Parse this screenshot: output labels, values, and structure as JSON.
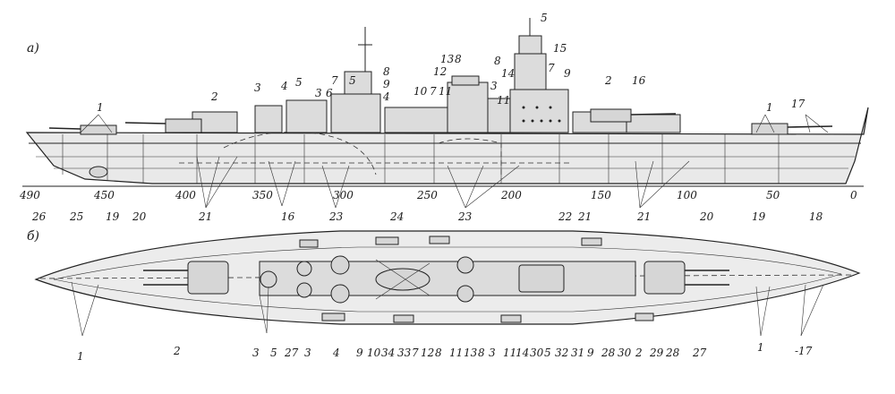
{
  "panels": {
    "side_label": "а)",
    "plan_label": "б)"
  },
  "scale_marks": [
    "490",
    "450",
    "400",
    "350",
    "300",
    "250",
    "200",
    "150",
    "100",
    "50",
    "0"
  ],
  "side_top_labels": [
    "1",
    "2",
    "3",
    "4",
    "5",
    "3",
    "6",
    "7",
    "5",
    "8",
    "9",
    "4",
    "10",
    "7",
    "11",
    "13",
    "8",
    "12",
    "3",
    "11",
    "8",
    "14",
    "7",
    "9",
    "5",
    "15",
    "2",
    "16",
    "1",
    "17"
  ],
  "side_bottom_labels": [
    "26",
    "25",
    "19",
    "20",
    "21",
    "16",
    "23",
    "24",
    "23",
    "22",
    "21",
    "21",
    "20",
    "19",
    "18"
  ],
  "plan_labels": [
    "1",
    "2",
    "3",
    "5",
    "27",
    "3",
    "4",
    "9",
    "10",
    "34",
    "33",
    "7",
    "12",
    "8",
    "11",
    "13",
    "8",
    "3",
    "11",
    "14",
    "30",
    "5",
    "32",
    "31",
    "9",
    "28",
    "30",
    "2",
    "29",
    "28",
    "27",
    "1",
    "-17"
  ]
}
